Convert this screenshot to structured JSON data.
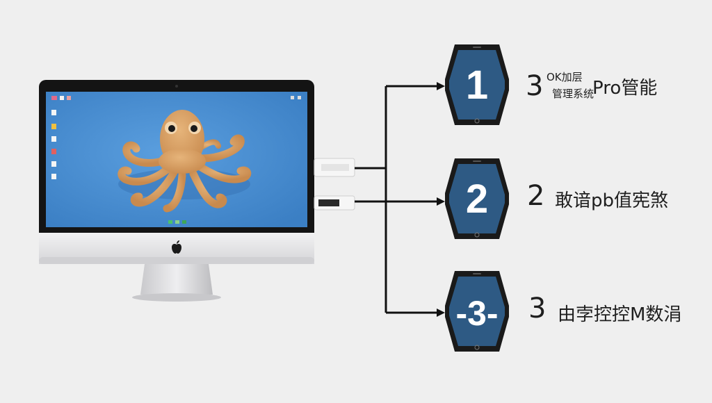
{
  "colors": {
    "background": "#efefef",
    "screen": "#4a90d4",
    "device": "#2e5a84",
    "octopus": "#d9a066",
    "line": "#111111"
  },
  "desktop": {
    "logo": "apple-logo",
    "wallpaper": "octopus-illustration"
  },
  "devices": [
    {
      "number": "1"
    },
    {
      "number": "2"
    },
    {
      "number": "-3-"
    }
  ],
  "labels": [
    {
      "num": "3",
      "top_line": "OK加层",
      "main": "Pro管能",
      "sub": "管理系统"
    },
    {
      "num": "2",
      "main": "敢谙pb值宪煞"
    },
    {
      "num": "3",
      "main": "由孛控控M数涓"
    }
  ]
}
